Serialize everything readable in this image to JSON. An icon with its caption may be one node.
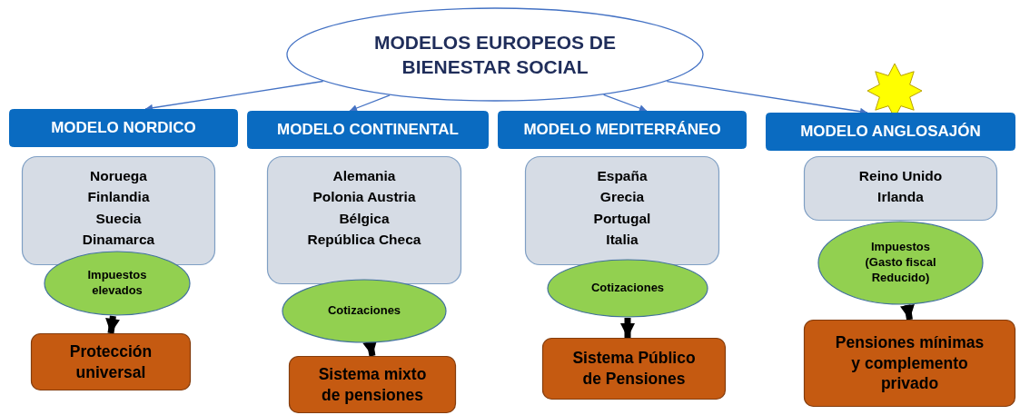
{
  "diagram": {
    "nodes": [
      {
        "text": [
          "MODELOS EUROPEOS DE BIENESTAR SOCIAL"
        ]
      },
      {
        "text": [
          "MODELO NORDICO"
        ]
      },
      {
        "text": [
          "MODELO CONTINENTAL"
        ]
      },
      {
        "text": [
          "MODELO MEDITERRÁNEO"
        ]
      },
      {
        "text": [
          "MODELO ANGLOSAJÓN"
        ]
      },
      {
        "text": [
          "Noruega Finlandia Suecia Dinamarca"
        ]
      },
      {
        "text": [
          "Alemania Polonia Austria Bélgica República Checa"
        ]
      },
      {
        "text": [
          "España Grecia Portugal Italia"
        ]
      },
      {
        "text": [
          "Reino Unido Irlanda"
        ]
      },
      {
        "text": [
          "Impuestos elevados"
        ]
      },
      {
        "text": [
          "Cotizaciones"
        ]
      },
      {
        "text": [
          "Cotizaciones"
        ]
      },
      {
        "text": [
          "Impuestos (Gasto fiscal Reducido)"
        ]
      },
      {
        "text": [
          "Protección universal"
        ]
      },
      {
        "text": [
          "Sistema mixto de pensiones"
        ]
      },
      {
        "text": [
          "Sistema Público de Pensiones"
        ]
      },
      {
        "text": [
          "Pensiones mínimas y complemento privado"
        ]
      }
    ],
    "edges": [
      {
        "from": 0,
        "to": 1,
        "arrow": "to",
        "color": "#4472c4"
      },
      {
        "from": 0,
        "to": 2,
        "arrow": "to",
        "color": "#4472c4"
      },
      {
        "from": 0,
        "to": 3,
        "arrow": "to",
        "color": "#4472c4"
      },
      {
        "from": 0,
        "to": 4,
        "arrow": "to",
        "color": "#4472c4"
      },
      {
        "from": 9,
        "to": 13,
        "arrow": "to",
        "style": "thick",
        "color": "#000000"
      },
      {
        "from": 10,
        "to": 14,
        "arrow": "to",
        "style": "thick",
        "color": "#000000"
      },
      {
        "from": 11,
        "to": 15,
        "arrow": "to",
        "style": "thick",
        "color": "#000000"
      },
      {
        "from": 12,
        "to": 16,
        "arrow": "to",
        "style": "thick",
        "color": "#000000"
      }
    ]
  }
}
